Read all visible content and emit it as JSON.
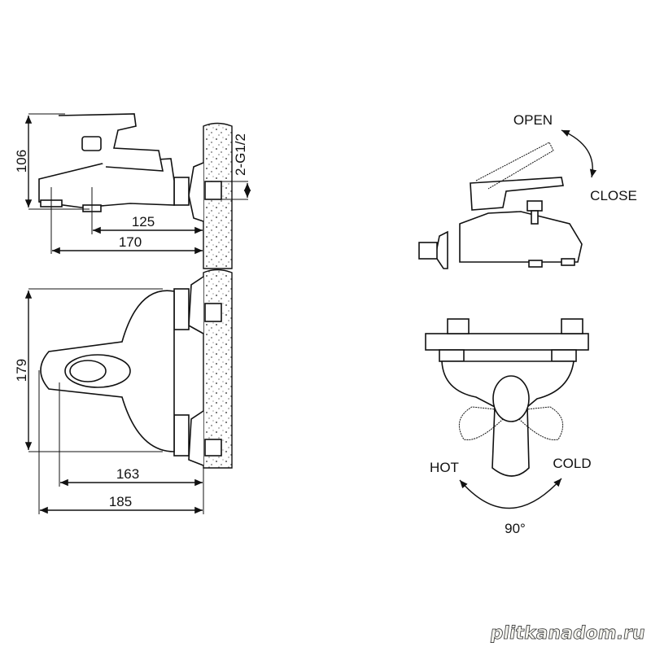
{
  "side_view": {
    "height_label": "106",
    "thread_label": "2-G1/2",
    "dim_spout_to_wall": "125",
    "dim_overall_depth": "170"
  },
  "top_view": {
    "width_label": "179",
    "dim_handle_to_wall": "163",
    "dim_overall_depth": "185"
  },
  "lever_view": {
    "open_label": "OPEN",
    "close_label": "CLOSE"
  },
  "front_view": {
    "hot_label": "HOT",
    "cold_label": "COLD",
    "rotation_label": "90°"
  },
  "watermark": "plitkanadom.ru"
}
